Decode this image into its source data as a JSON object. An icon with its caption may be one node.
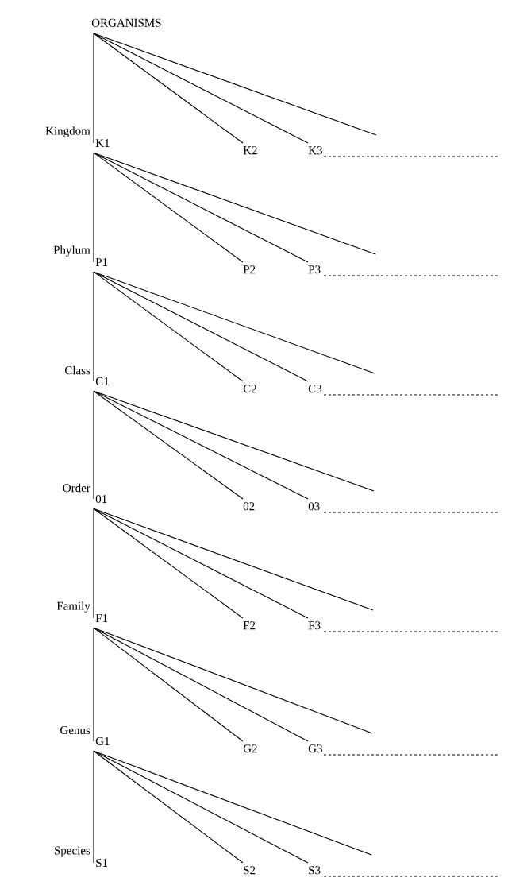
{
  "diagram": {
    "nodes": [
      {
        "text": [
          "ORGANISMS"
        ]
      },
      {
        "text": [
          "K1"
        ]
      },
      {
        "text": [
          "K2"
        ]
      },
      {
        "text": [
          "K3"
        ]
      },
      {
        "text": [
          "P1"
        ]
      },
      {
        "text": [
          "P2"
        ]
      },
      {
        "text": [
          "P3"
        ]
      },
      {
        "text": [
          "C1"
        ]
      },
      {
        "text": [
          "C2"
        ]
      },
      {
        "text": [
          "C3"
        ]
      },
      {
        "text": [
          "01"
        ]
      },
      {
        "text": [
          "02"
        ]
      },
      {
        "text": [
          "03"
        ]
      },
      {
        "text": [
          "F1"
        ]
      },
      {
        "text": [
          "F2"
        ]
      },
      {
        "text": [
          "F3"
        ]
      },
      {
        "text": [
          "G1"
        ]
      },
      {
        "text": [
          "G2"
        ]
      },
      {
        "text": [
          "G3"
        ]
      },
      {
        "text": [
          "S1"
        ]
      },
      {
        "text": [
          "S2"
        ]
      },
      {
        "text": [
          "S3"
        ]
      }
    ],
    "edges": [
      {
        "from": 0,
        "to": 1,
        "arrow": "none"
      },
      {
        "from": 0,
        "to": 2,
        "arrow": "none"
      },
      {
        "from": 0,
        "to": 3,
        "arrow": "none"
      },
      {
        "from": 0,
        "to": null,
        "arrow": "none"
      },
      {
        "from": 1,
        "to": 4,
        "arrow": "none"
      },
      {
        "from": 1,
        "to": 5,
        "arrow": "none"
      },
      {
        "from": 1,
        "to": 6,
        "arrow": "none"
      },
      {
        "from": 1,
        "to": null,
        "arrow": "none"
      },
      {
        "from": 4,
        "to": 7,
        "arrow": "none"
      },
      {
        "from": 4,
        "to": 8,
        "arrow": "none"
      },
      {
        "from": 4,
        "to": 9,
        "arrow": "none"
      },
      {
        "from": 4,
        "to": null,
        "arrow": "none"
      },
      {
        "from": 7,
        "to": 10,
        "arrow": "none"
      },
      {
        "from": 7,
        "to": 11,
        "arrow": "none"
      },
      {
        "from": 7,
        "to": 12,
        "arrow": "none"
      },
      {
        "from": 7,
        "to": null,
        "arrow": "none"
      },
      {
        "from": 10,
        "to": 13,
        "arrow": "none"
      },
      {
        "from": 10,
        "to": 14,
        "arrow": "none"
      },
      {
        "from": 10,
        "to": 15,
        "arrow": "none"
      },
      {
        "from": 10,
        "to": null,
        "arrow": "none"
      },
      {
        "from": 13,
        "to": 16,
        "arrow": "none"
      },
      {
        "from": 13,
        "to": 17,
        "arrow": "none"
      },
      {
        "from": 13,
        "to": 18,
        "arrow": "none"
      },
      {
        "from": 13,
        "to": null,
        "arrow": "none"
      },
      {
        "from": 16,
        "to": 19,
        "arrow": "none"
      },
      {
        "from": 16,
        "to": 20,
        "arrow": "none"
      },
      {
        "from": 16,
        "to": 21,
        "arrow": "none"
      },
      {
        "from": 16,
        "to": null,
        "arrow": "none"
      }
    ],
    "labels": [
      "Kingdom",
      "Phylum",
      "Class",
      "Order",
      "Family",
      "Genus",
      "Species"
    ]
  }
}
